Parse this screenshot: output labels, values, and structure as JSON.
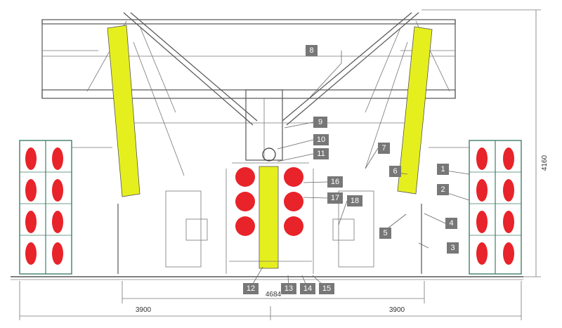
{
  "colors": {
    "highlight": "#e6ef1e",
    "spool": "#e8232a",
    "callout_box": "#777777",
    "line": "#555555",
    "creel_frame": "#3f7f6a"
  },
  "callouts": [
    "1",
    "2",
    "3",
    "4",
    "5",
    "6",
    "7",
    "8",
    "9",
    "10",
    "11",
    "12",
    "13",
    "14",
    "15",
    "16",
    "17",
    "18"
  ],
  "dimensions": {
    "height": "4160",
    "center": "4684",
    "left_span": "3900",
    "right_span": "3900"
  }
}
